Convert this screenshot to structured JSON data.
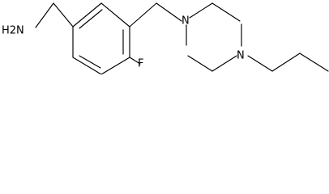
{
  "molecule": {
    "atoms": {
      "amine": "H2N",
      "fluorine": "F",
      "piperazine_n1": "N",
      "piperazine_n4": "N"
    }
  }
}
